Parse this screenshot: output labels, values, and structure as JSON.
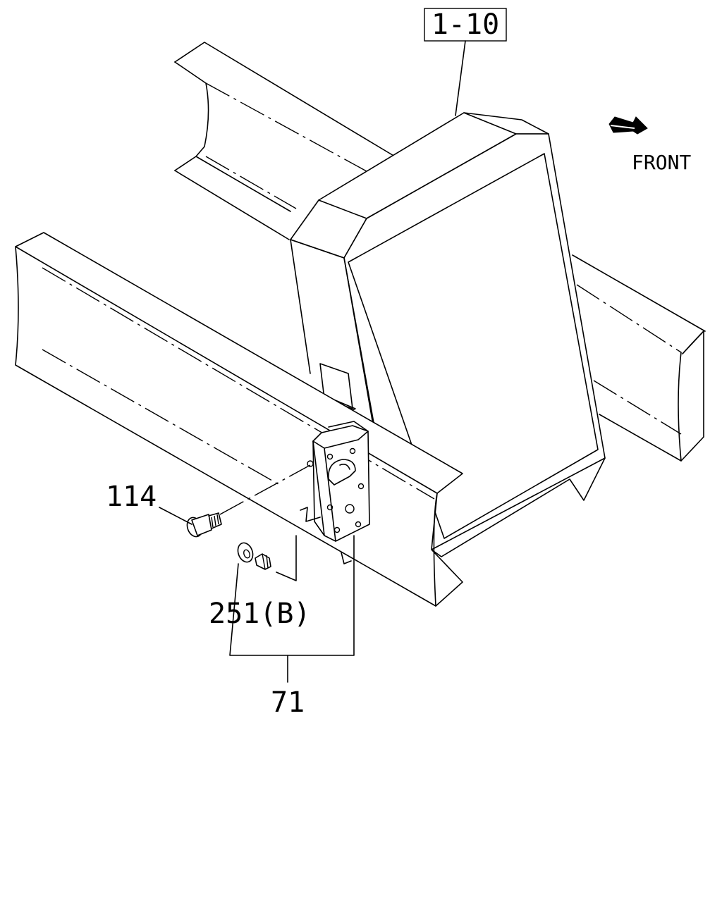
{
  "diagram": {
    "reference_box_label": "1-10",
    "direction_label": "FRONT",
    "callouts": {
      "bolt": "114",
      "clip": "251(B)",
      "bracket_assembly": "71"
    }
  }
}
